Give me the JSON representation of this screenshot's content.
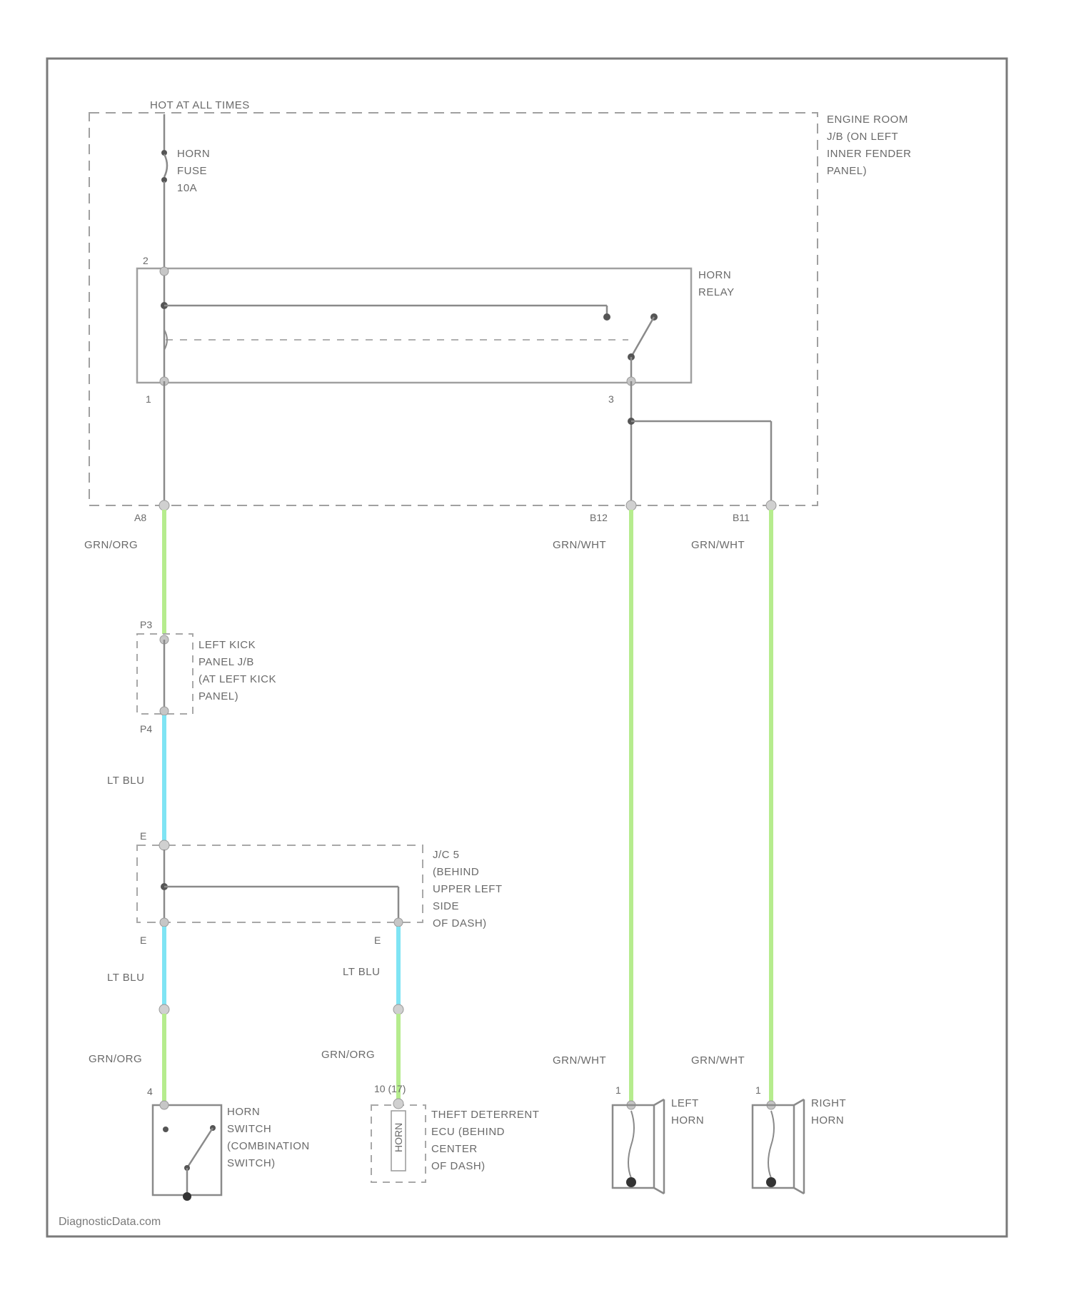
{
  "watermark": "DiagnosticData.com",
  "supply": {
    "label": "HOT AT ALL TIMES"
  },
  "fuse": {
    "line1": "HORN",
    "line2": "FUSE",
    "line3": "10A"
  },
  "engine_room_jb": {
    "line1": "ENGINE ROOM",
    "line2": "J/B (ON LEFT",
    "line3": "INNER FENDER",
    "line4": "PANEL)"
  },
  "horn_relay": {
    "line1": "HORN",
    "line2": "RELAY",
    "pin_top": "2",
    "pin_left": "1",
    "pin_right": "3"
  },
  "jb_pins": {
    "left": "A8",
    "middle": "B12",
    "right": "B11"
  },
  "wire_colors": {
    "left_upper": "GRN/ORG",
    "mid_upper": "GRN/WHT",
    "right_upper": "GRN/WHT",
    "lt_blu_1": "LT BLU",
    "lt_blu_2": "LT BLU",
    "lt_blu_3": "LT BLU",
    "left_lower": "GRN/ORG",
    "ecu_lower": "GRN/ORG",
    "mid_lower": "GRN/WHT",
    "right_lower": "GRN/WHT"
  },
  "kick_panel_jb": {
    "pin_top": "P3",
    "pin_bottom": "P4",
    "line1": "LEFT KICK",
    "line2": "PANEL J/B",
    "line3": "(AT LEFT KICK",
    "line4": "PANEL)"
  },
  "jc5": {
    "pin_top": "E",
    "pin_bl": "E",
    "pin_br": "E",
    "line1": "J/C 5",
    "line2": "(BEHIND",
    "line3": "UPPER LEFT",
    "line4": "SIDE",
    "line5": "OF DASH)"
  },
  "horn_switch": {
    "pin": "4",
    "line1": "HORN",
    "line2": "SWITCH",
    "line3": "(COMBINATION",
    "line4": "SWITCH)"
  },
  "theft_ecu": {
    "pin": "10 (17)",
    "inner": "HORN",
    "line1": "THEFT DETERRENT",
    "line2": "ECU (BEHIND",
    "line3": "CENTER",
    "line4": "OF DASH)"
  },
  "left_horn": {
    "pin": "1",
    "line1": "LEFT",
    "line2": "HORN"
  },
  "right_horn": {
    "pin": "1",
    "line1": "RIGHT",
    "line2": "HORN"
  },
  "colors": {
    "line": "#8a8a8a",
    "green_wire": "#b6ec8e",
    "blue_wire": "#7fe4f4",
    "frame": "#7a7a7a"
  }
}
